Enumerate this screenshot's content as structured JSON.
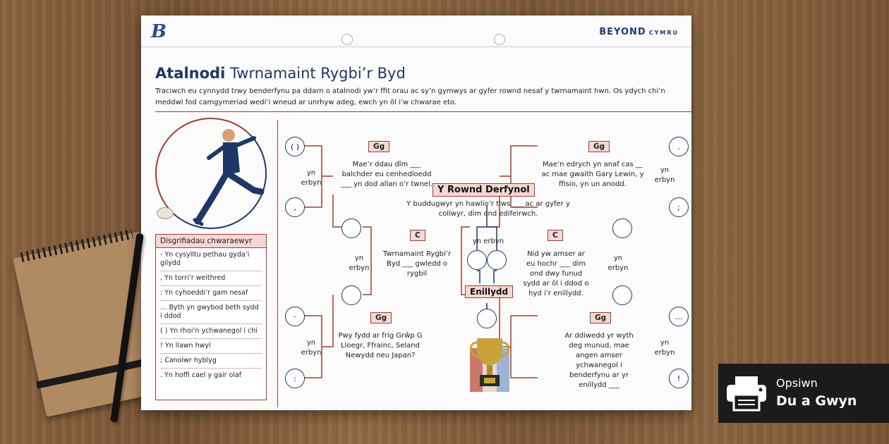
{
  "brand": {
    "logo": "B",
    "name": "BEYOND",
    "sub": "CYMRU"
  },
  "title": {
    "bold": "Atalnodi",
    "rest": " Twrnamaint Rygbi’r Byd"
  },
  "intro": "Traciwch eu cynnydd trwy benderfynu pa ddarn o atalnodi yw’r ffit orau ac sy’n gymwys ar gyfer rownd nesaf y twrnamaint hwn. Os ydych chi’n meddwl fod camgymeriad wedi’i wneud ar unrhyw adeg, ewch yn ôl i’w chwarae eto.",
  "panel": {
    "heading": "Disgrifiadau chwaraewyr",
    "items": [
      "- Yn cysylltu pethau gyda’i gilydd",
      ", Yn torri’r weithred",
      ": Yn cyhoeddi’r gam nesaf",
      "… Byth yn gwybod beth sydd i ddod",
      "( ) Yn rhoi’n ychwanegol i chi",
      "! Yn llawn hwyl",
      "; Canolwr hyblyg",
      ". Yn hoffi cael y gair olaf"
    ]
  },
  "bracket": {
    "vs": "yn erbyn",
    "left_circles": [
      "( )",
      ",",
      "·",
      ":"
    ],
    "right_circles": [
      ".",
      ";",
      "…",
      "!"
    ],
    "group_tag": "Gg",
    "quarter_tag": "C",
    "group_tl": "Mae’r ddau dîm ___ balchder eu cenhedloedd ___ yn dod allan o’r twnel.",
    "group_tr": "Mae’n edrych yn anaf cas __ ac mae gwaith Gary Lewin, y ffisio, yn un anodd.",
    "group_bl": "Pwy fydd ar frig Grŵp G Lloegr, Ffrainc, Seland Newydd neu Japan?",
    "group_br": "Ar ddiwedd yr wyth deg munud, mae angen amser ychwanegol i benderfynu ar yr enillydd ___",
    "quarter_l": "Twrnamaint Rygbi’r Byd ___ gwledd o rygbil",
    "quarter_r": "Nid yw amser ar eu hochr ___ dim ond dwy funud sydd ar ôl i ddod o hyd i’r enillydd.",
    "final_label": "Y Rownd Derfynol",
    "final_text": "Y buddugwyr yn hawlio’r tlws ___ ac ar gyfer y collwyr, dim ond edifeirwch.",
    "winner_label": "Enillydd"
  },
  "badge": {
    "line1": "Opsiwn",
    "line2": "Du a Gwyn",
    "icon": "printer-icon"
  },
  "colors": {
    "accent": "#a23c30",
    "navy": "#1f3766",
    "tag_bg": "#f3d9d4"
  }
}
